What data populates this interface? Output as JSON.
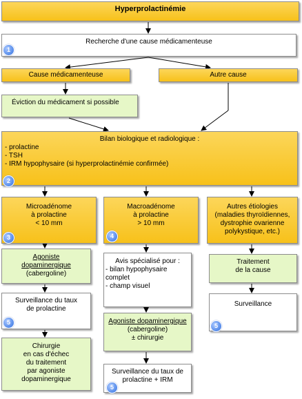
{
  "title": "Hyperprolactinémie",
  "search": "Recherche d'une cause médicamenteuse",
  "cause_med": "Cause médicamenteuse",
  "other_cause": "Autre cause",
  "eviction": "Éviction du médicament si possible",
  "bilan": {
    "title": "Bilan biologique et radiologique :",
    "items": [
      "- prolactine",
      "- TSH",
      "- IRM hypophysaire (si hyperprolactinémie confirmée)"
    ]
  },
  "micro": [
    "Microadénome",
    "à prolactine",
    "< 10 mm"
  ],
  "macro": [
    "Macroadénome",
    "à prolactine",
    "> 10 mm"
  ],
  "autres": [
    "Autres étiologies",
    "(maladies thyroïdiennes,",
    "dystrophie ovarienne",
    "polykystique, etc.)"
  ],
  "agoniste_left": {
    "title_line1": "Agoniste",
    "title_line2": "dopaminergique",
    "sub": "(cabergoline)"
  },
  "avis": [
    "Avis spécialisé pour :",
    "- bilan hypophysaire",
    "complet",
    "- champ visuel"
  ],
  "traitement": [
    "Traitement",
    "de la cause"
  ],
  "surv_left": [
    "Surveillance du taux",
    "de prolactine"
  ],
  "agoniste_mid": {
    "title": "Agoniste dopaminergique",
    "sub1": "(cabergoline)",
    "sub2": "± chirurgie"
  },
  "surveillance": "Surveillance",
  "chirurgie": [
    "Chirurgie",
    "en cas d'échec",
    "du traitement",
    "par agoniste",
    "dopaminergique"
  ],
  "surv_mid": [
    "Surveillance du taux de",
    "prolactine + IRM"
  ],
  "badges": {
    "b1": "1",
    "b2": "2",
    "b3": "3",
    "b4": "4",
    "b5a": "5",
    "b5b": "5",
    "b5c": "5"
  },
  "colors": {
    "orange": "#f7c11a",
    "green": "#e6f7c7",
    "badge": "#2f6fe0"
  }
}
